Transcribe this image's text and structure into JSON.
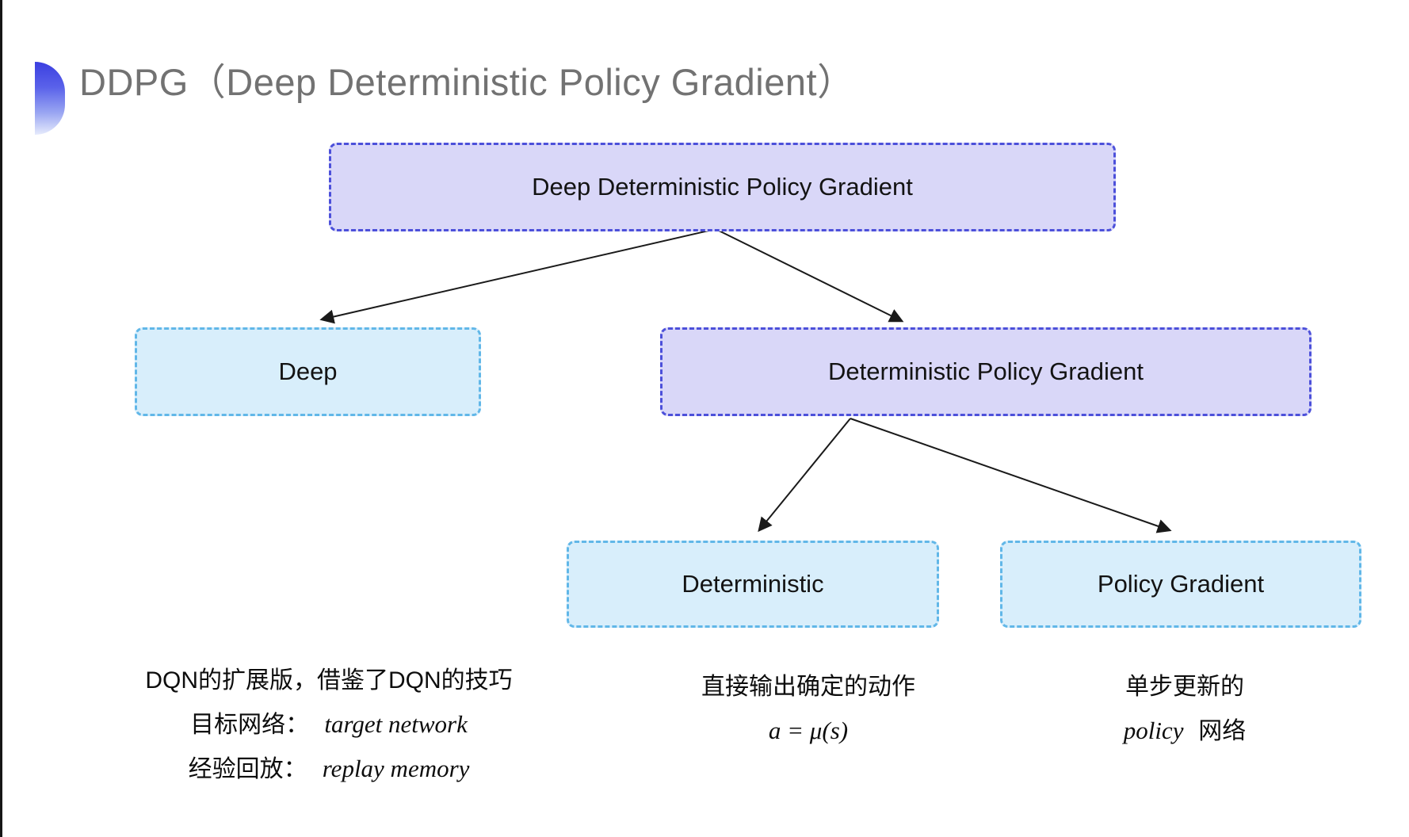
{
  "title": {
    "text": "DDPG（Deep Deterministic Policy Gradient）",
    "color": "#727272"
  },
  "diagram": {
    "nodes": [
      {
        "label": "Deep Deterministic Policy Gradient",
        "variant": "purple"
      },
      {
        "label": "Deep",
        "variant": "cyan"
      },
      {
        "label": "Deterministic Policy Gradient",
        "variant": "purple"
      },
      {
        "label": "Deterministic",
        "variant": "cyan"
      },
      {
        "label": "Policy Gradient",
        "variant": "cyan"
      }
    ],
    "colors": {
      "purple_fill": "#d9d7f8",
      "purple_border": "#4c50da",
      "cyan_fill": "#d8eefb",
      "cyan_border": "#61b7e8",
      "arrow": "#1a1a1a",
      "icon_gradient_top": "#3b3fe0",
      "icon_gradient_bottom": "#e6ebfc"
    }
  },
  "notes": {
    "deep": {
      "line1": "DQN的扩展版，借鉴了DQN的技巧",
      "line2_label": "目标网络：",
      "line2_value": "target network",
      "line3_label": "经验回放：",
      "line3_value": "replay memory"
    },
    "deterministic": {
      "line1": "直接输出确定的动作",
      "line2": "a = μ(s)"
    },
    "policy_gradient": {
      "line1": "单步更新的",
      "line2_italic": "policy",
      "line2_rest": "网络"
    }
  }
}
